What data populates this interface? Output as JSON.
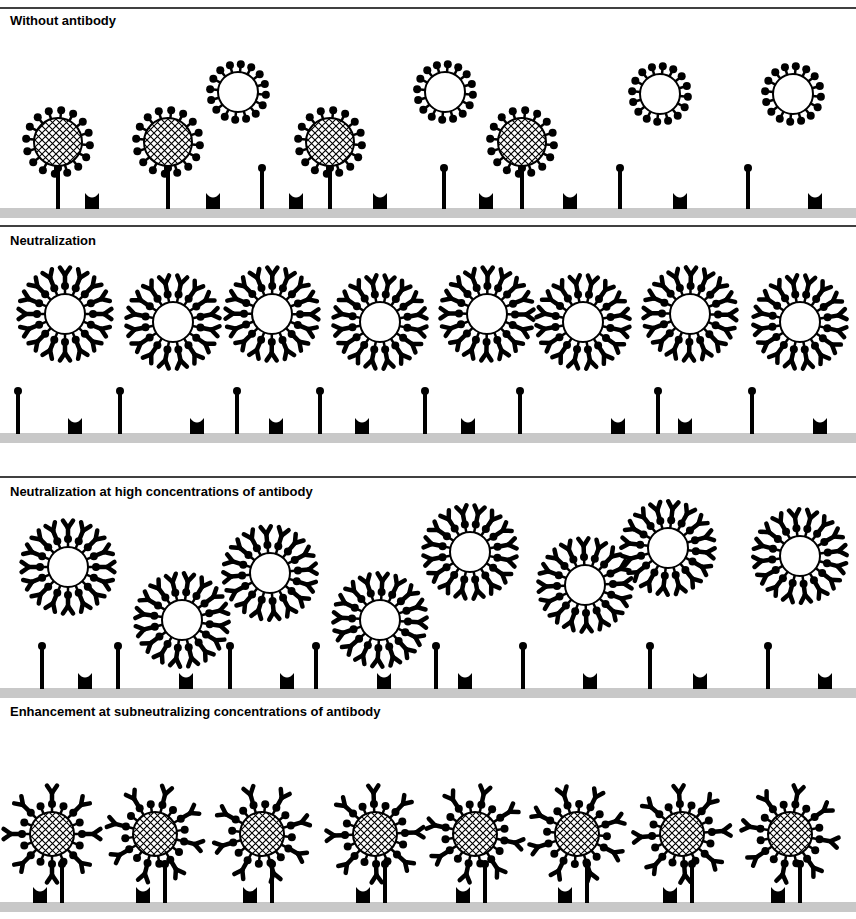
{
  "diagram": {
    "labels": [
      "Without antibody",
      "Neutralization",
      "Neutralization at high concentrations of antibody",
      "Enhancement at subneutralizing concentrations of antibody"
    ]
  }
}
